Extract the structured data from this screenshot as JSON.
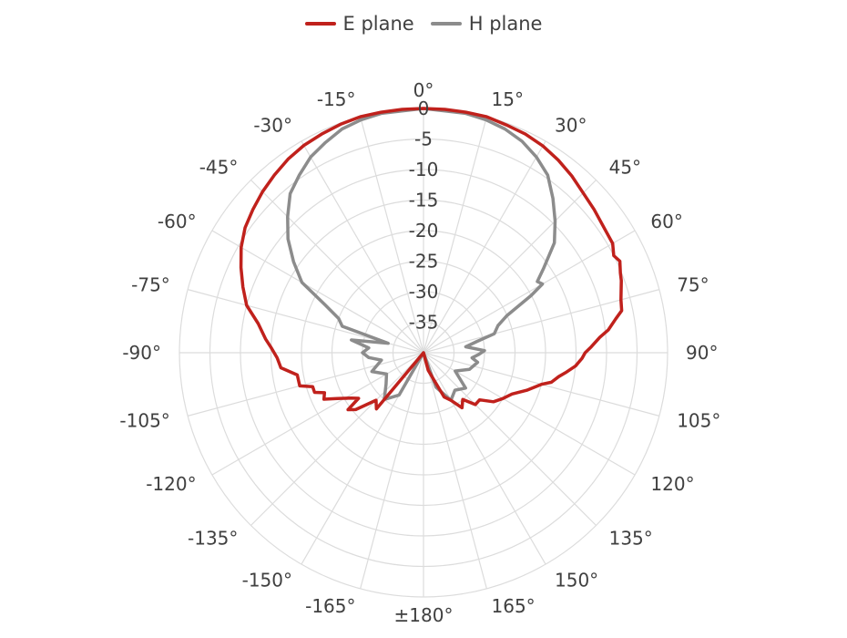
{
  "chart_data": {
    "type": "polar-line",
    "legend": [
      {
        "name": "E plane",
        "color": "#c0211c"
      },
      {
        "name": "H plane",
        "color": "#8c8c8c"
      }
    ],
    "angle_labels": [
      "0°",
      "15°",
      "30°",
      "45°",
      "60°",
      "75°",
      "90°",
      "105°",
      "120°",
      "135°",
      "150°",
      "165°",
      "±180°",
      "-165°",
      "-150°",
      "-135°",
      "-120°",
      "-105°",
      "-90°",
      "-75°",
      "-60°",
      "-45°",
      "-30°",
      "-15°"
    ],
    "radial_labels": [
      "0",
      "-5",
      "-10",
      "-15",
      "-20",
      "-25",
      "-30",
      "-35"
    ],
    "r_range": [
      -40,
      0
    ],
    "grid": true,
    "series": [
      {
        "name": "E plane",
        "color": "#c0211c",
        "points": [
          [
            -140,
            -28
          ],
          [
            -135,
            -29
          ],
          [
            -130,
            -25.5
          ],
          [
            -127,
            -24.5
          ],
          [
            -125,
            -27
          ],
          [
            -122,
            -26
          ],
          [
            -118,
            -24
          ],
          [
            -115,
            -22
          ],
          [
            -112,
            -22.5
          ],
          [
            -110,
            -21
          ],
          [
            -107,
            -21
          ],
          [
            -105,
            -19
          ],
          [
            -100,
            -19
          ],
          [
            -96,
            -16.5
          ],
          [
            -92,
            -16
          ],
          [
            -88,
            -15
          ],
          [
            -85,
            -14
          ],
          [
            -80,
            -12.5
          ],
          [
            -75,
            -10
          ],
          [
            -70,
            -8.5
          ],
          [
            -65,
            -7
          ],
          [
            -60,
            -5.5
          ],
          [
            -55,
            -4.3
          ],
          [
            -50,
            -3.5
          ],
          [
            -45,
            -2.7
          ],
          [
            -40,
            -2
          ],
          [
            -35,
            -1.3
          ],
          [
            -30,
            -0.8
          ],
          [
            -25,
            -0.5
          ],
          [
            -20,
            -0.2
          ],
          [
            -15,
            0
          ],
          [
            -10,
            0
          ],
          [
            -5,
            0
          ],
          [
            0,
            0
          ],
          [
            5,
            0
          ],
          [
            10,
            0
          ],
          [
            15,
            0
          ],
          [
            20,
            -0.3
          ],
          [
            25,
            -0.5
          ],
          [
            30,
            -0.9
          ],
          [
            35,
            -1.5
          ],
          [
            40,
            -2.2
          ],
          [
            45,
            -3
          ],
          [
            50,
            -3.5
          ],
          [
            55,
            -4
          ],
          [
            60,
            -4.2
          ],
          [
            63,
            -5
          ],
          [
            65,
            -4.5
          ],
          [
            68,
            -5.2
          ],
          [
            70,
            -5.5
          ],
          [
            75,
            -6.5
          ],
          [
            78,
            -6.8
          ],
          [
            80,
            -8
          ],
          [
            83,
            -9.5
          ],
          [
            85,
            -11
          ],
          [
            88,
            -12.5
          ],
          [
            90,
            -13.5
          ],
          [
            92,
            -14
          ],
          [
            95,
            -15
          ],
          [
            98,
            -16.5
          ],
          [
            100,
            -17.5
          ],
          [
            103,
            -18.5
          ],
          [
            105,
            -20
          ],
          [
            110,
            -22
          ],
          [
            115,
            -24
          ],
          [
            120,
            -25
          ],
          [
            125,
            -26
          ],
          [
            130,
            -28
          ],
          [
            135,
            -28
          ],
          [
            140,
            -30
          ],
          [
            145,
            -29
          ],
          [
            150,
            -31
          ],
          [
            155,
            -32
          ],
          [
            165,
            -37
          ],
          [
            180,
            -40
          ]
        ]
      },
      {
        "name": "H plane",
        "color": "#8c8c8c",
        "points": [
          [
            -150,
            -32
          ],
          [
            -140,
            -30
          ],
          [
            -130,
            -32
          ],
          [
            -120,
            -33
          ],
          [
            -110,
            -31
          ],
          [
            -100,
            -33
          ],
          [
            -95,
            -31
          ],
          [
            -90,
            -30
          ],
          [
            -85,
            -31
          ],
          [
            -80,
            -28
          ],
          [
            -75,
            -34
          ],
          [
            -72,
            -26
          ],
          [
            -68,
            -25
          ],
          [
            -64,
            -22
          ],
          [
            -60,
            -17
          ],
          [
            -55,
            -14
          ],
          [
            -50,
            -11
          ],
          [
            -45,
            -8.5
          ],
          [
            -40,
            -6
          ],
          [
            -35,
            -4.5
          ],
          [
            -30,
            -3
          ],
          [
            -25,
            -2
          ],
          [
            -20,
            -1
          ],
          [
            -15,
            -0.5
          ],
          [
            -10,
            -0.2
          ],
          [
            0,
            0
          ],
          [
            10,
            -0.2
          ],
          [
            15,
            -0.5
          ],
          [
            20,
            -1
          ],
          [
            25,
            -1.8
          ],
          [
            30,
            -3
          ],
          [
            35,
            -4.5
          ],
          [
            40,
            -7
          ],
          [
            45,
            -9.5
          ],
          [
            50,
            -12
          ],
          [
            55,
            -16
          ],
          [
            58,
            -18
          ],
          [
            60,
            -17.5
          ],
          [
            62,
            -20
          ],
          [
            66,
            -25
          ],
          [
            70,
            -27
          ],
          [
            75,
            -28
          ],
          [
            78,
            -31
          ],
          [
            82,
            -33
          ],
          [
            88,
            -30
          ],
          [
            92,
            -31
          ],
          [
            96,
            -32
          ],
          [
            100,
            -31
          ],
          [
            110,
            -32
          ],
          [
            120,
            -34
          ],
          [
            130,
            -31
          ],
          [
            140,
            -32
          ],
          [
            150,
            -31
          ],
          [
            160,
            -34
          ],
          [
            180,
            -40
          ]
        ]
      }
    ]
  }
}
